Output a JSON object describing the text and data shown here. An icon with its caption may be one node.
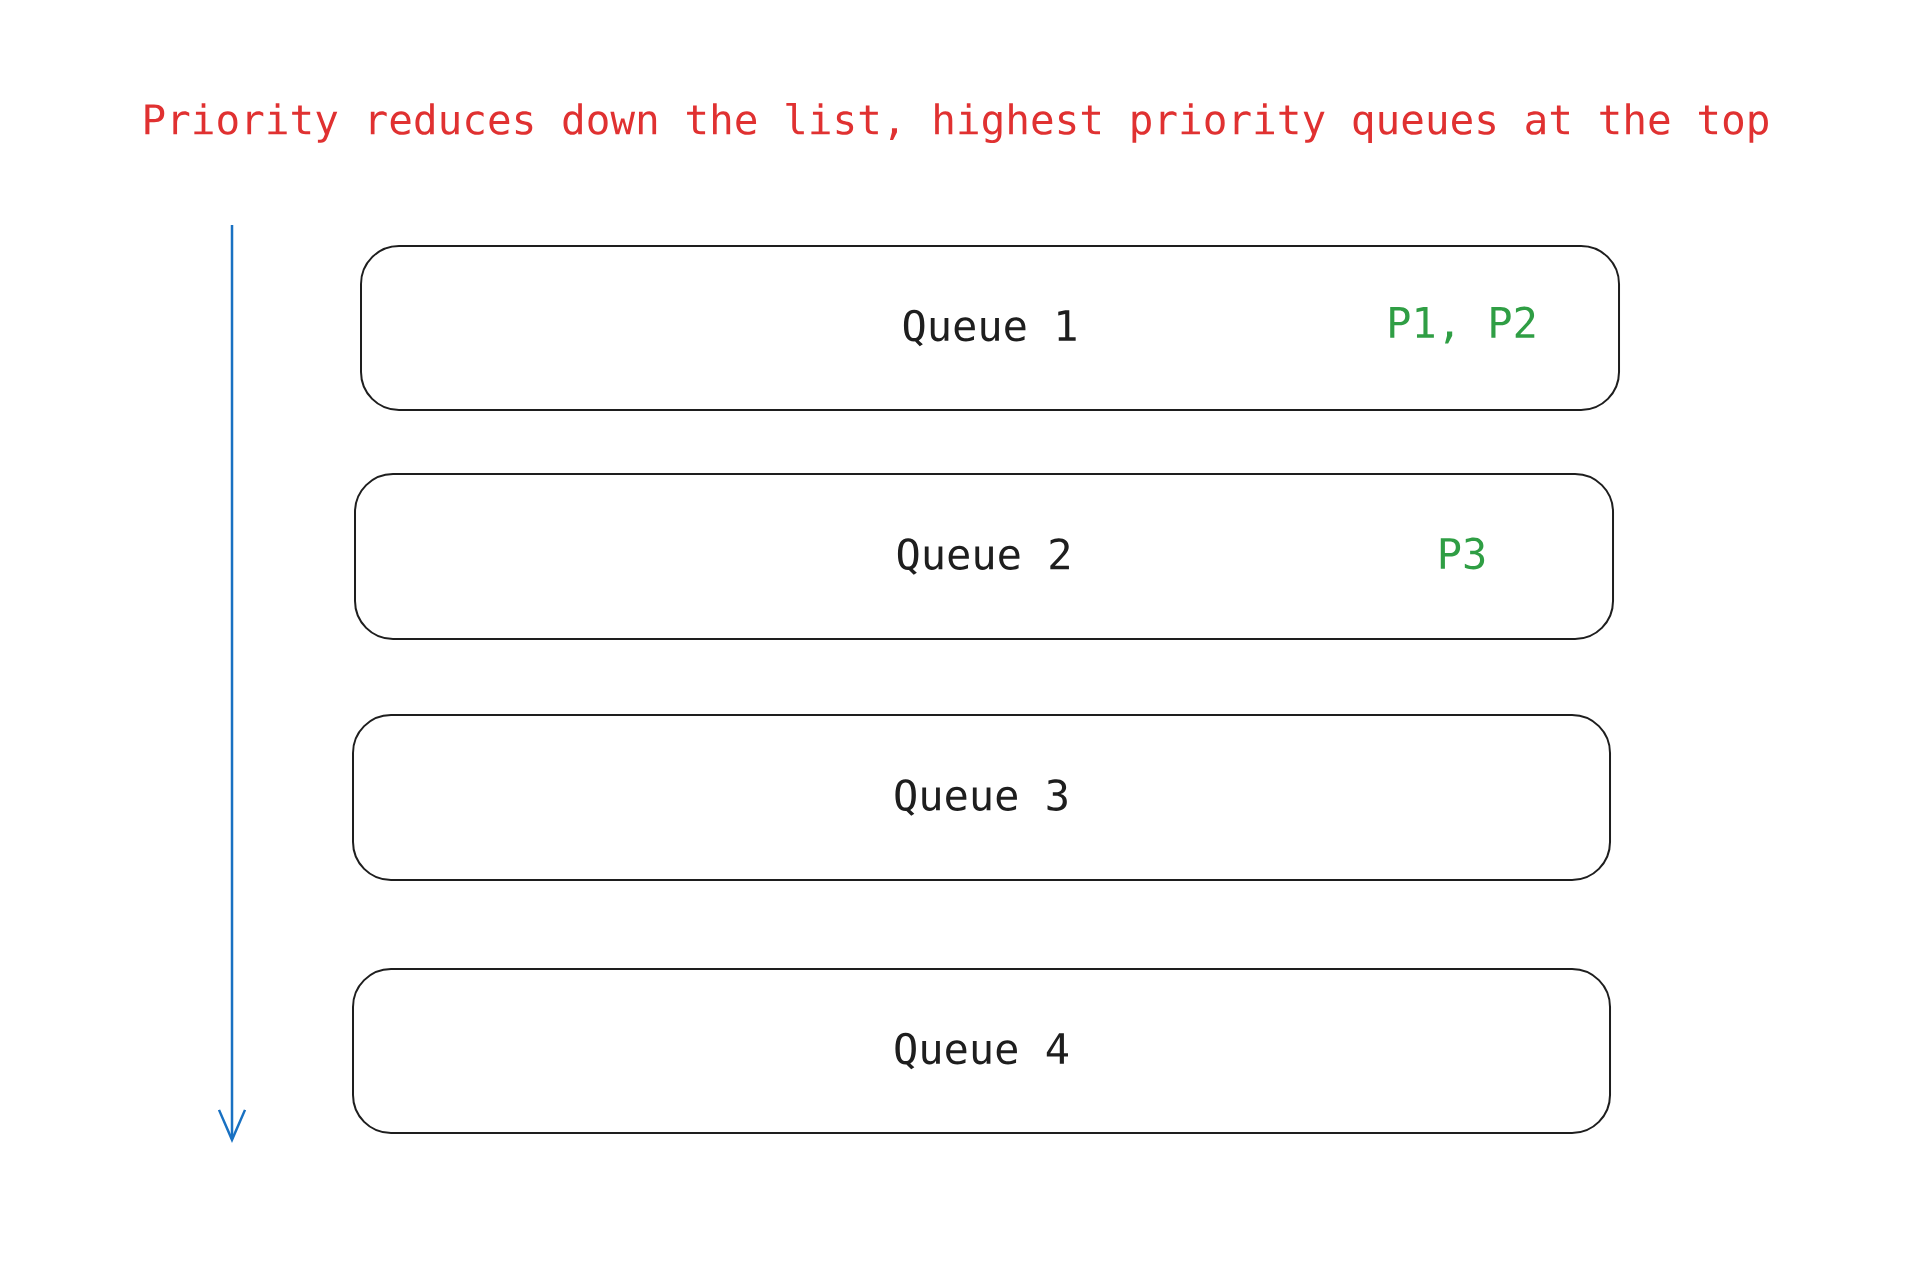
{
  "diagram": {
    "title": "Priority reduces down the list, highest priority queues at the top",
    "nodes": [
      {
        "text": [
          "Queue 1",
          "P1, P2"
        ]
      },
      {
        "text": [
          "Queue 2",
          "P3"
        ]
      },
      {
        "text": [
          "Queue 3"
        ]
      },
      {
        "text": [
          "Queue 4"
        ]
      }
    ]
  }
}
